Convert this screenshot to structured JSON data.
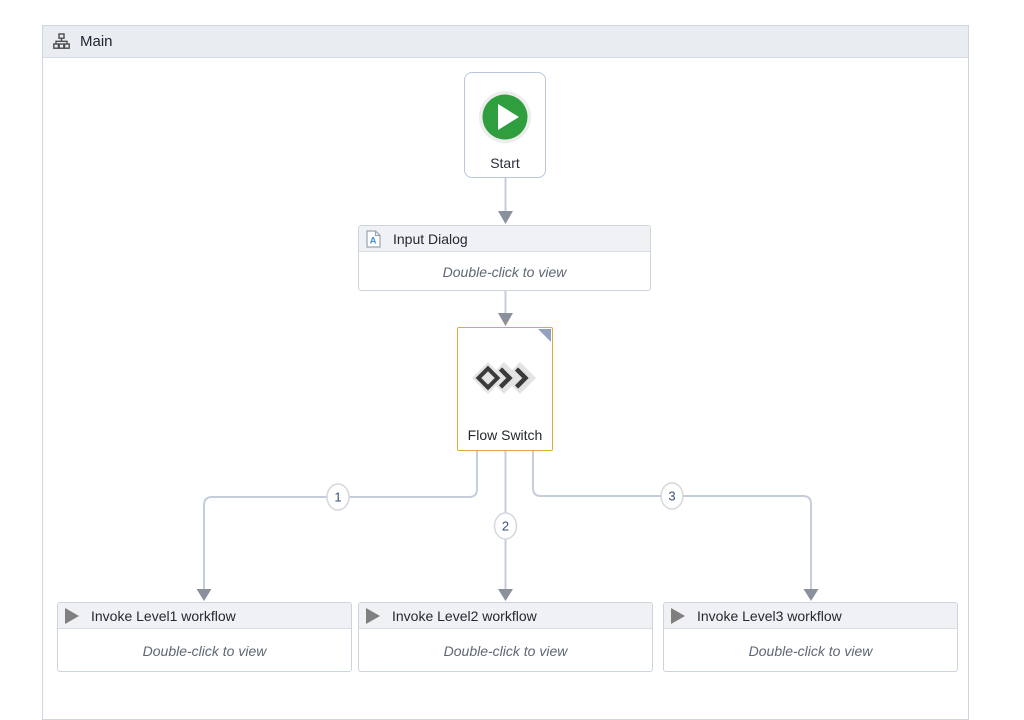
{
  "panel": {
    "title": "Main"
  },
  "canvas": {
    "start": {
      "label": "Start"
    },
    "input_dialog": {
      "title": "Input Dialog",
      "hint": "Double-click to view"
    },
    "flow_switch": {
      "label": "Flow Switch"
    },
    "invokes": [
      {
        "title": "Invoke Level1 workflow",
        "hint": "Double-click to view"
      },
      {
        "title": "Invoke Level2 workflow",
        "hint": "Double-click to view"
      },
      {
        "title": "Invoke Level3 workflow",
        "hint": "Double-click to view"
      }
    ],
    "branches": [
      {
        "label": "1"
      },
      {
        "label": "2"
      },
      {
        "label": "3"
      }
    ]
  },
  "icons": {
    "panel_header": "hierarchy-icon",
    "start": "play-circle-icon",
    "input_dialog": "document-a-icon",
    "flow_switch": "flow-switch-diamonds-icon",
    "invoke": "play-triangle-icon",
    "flow_switch_corner": "corner-fold-icon"
  },
  "colors": {
    "start_green": "#2f9e3f",
    "flow_switch_border": "#dcab3f",
    "connector_line": "#c5cddc",
    "arrowhead": "#8b919c",
    "panel_header_bg": "#e9ecf1",
    "activity_header_bg": "#f0f1f4",
    "hint_text": "#5e6773"
  }
}
